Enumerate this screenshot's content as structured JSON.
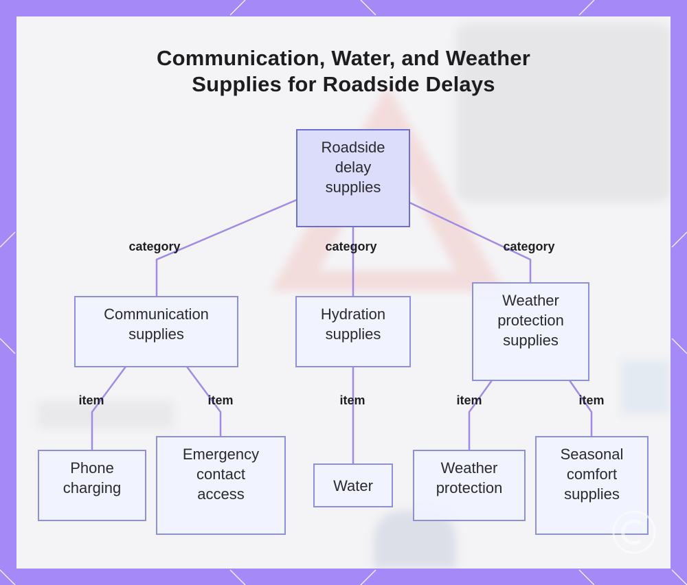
{
  "title": {
    "line1": "Communication, Water, and Weather",
    "line2": "Supplies for Roadside Delays"
  },
  "nodes": {
    "root": "Roadside delay supplies",
    "communication": "Communication supplies",
    "hydration": "Hydration supplies",
    "weather": "Weather protection supplies",
    "phone": "Phone charging",
    "emergency": "Emergency contact access",
    "water": "Water",
    "weather_protection": "Weather protection",
    "seasonal": "Seasonal comfort supplies"
  },
  "edges": {
    "category": "category",
    "item": "item"
  },
  "colors": {
    "frame": "#a589f7",
    "edge": "#a08ae6",
    "node_border": "#8c90dc",
    "root_fill": "#dcdcfb"
  }
}
